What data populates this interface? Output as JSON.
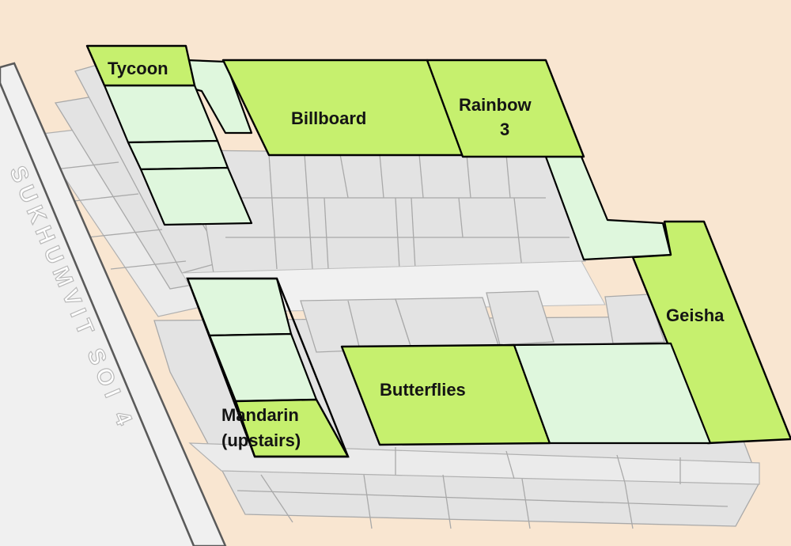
{
  "street": {
    "label": "SUKHUMVIT SOI 4"
  },
  "venues": {
    "tycoon": {
      "label": "Tycoon"
    },
    "billboard": {
      "label": "Billboard"
    },
    "rainbow": {
      "line1": "Rainbow",
      "line2": "3"
    },
    "geisha": {
      "label": "Geisha"
    },
    "butterflies": {
      "label": "Butterflies"
    },
    "mandarin": {
      "line1": "Mandarin",
      "line2": "(upstairs)"
    }
  },
  "colors": {
    "venue_green": "#c6f06e",
    "venue_pale": "#dff7dd",
    "background": "#f9e6d1",
    "inactive_block": "#e3e3e3"
  }
}
